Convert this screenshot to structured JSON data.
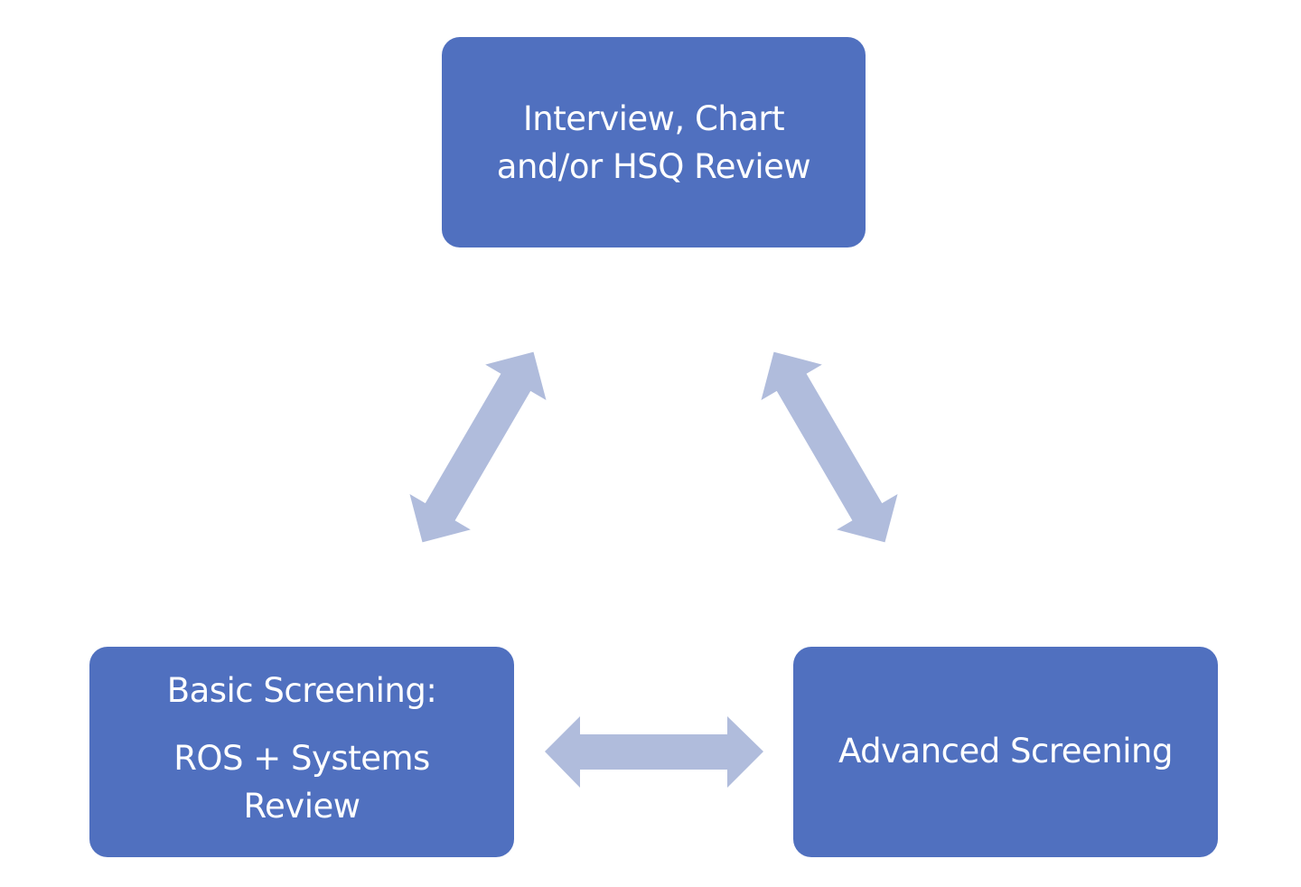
{
  "nodes": {
    "top": {
      "line1": "Interview, Chart",
      "line2": "and/or HSQ Review"
    },
    "left": {
      "line1": "Basic Screening:",
      "line2": "ROS + Systems",
      "line3": "Review"
    },
    "right": {
      "line1": "Advanced Screening"
    }
  },
  "colors": {
    "box_fill": "#5070bf",
    "box_text": "#ffffff",
    "arrow_fill": "#b0bcdc"
  }
}
